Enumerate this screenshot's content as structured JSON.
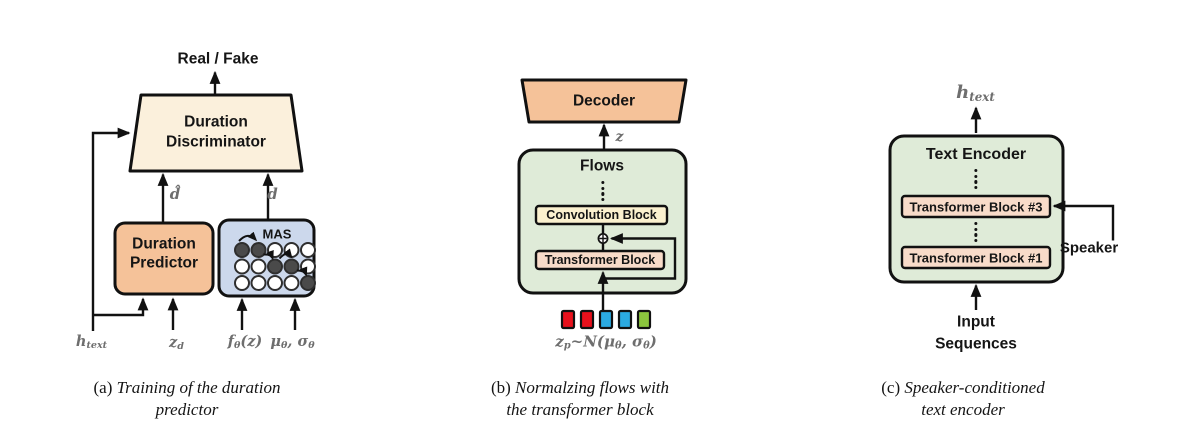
{
  "figure": {
    "panels": [
      {
        "id": "a",
        "caption_prefix": "(a)",
        "caption_line1": "Training of the duration",
        "caption_line2": "predictor",
        "nodes": {
          "real_fake": "Real / Fake",
          "discriminator_line1": "Duration",
          "discriminator_line2": "Discriminator",
          "predictor_line1": "Duration",
          "predictor_line2": "Predictor",
          "mas": "MAS"
        }
      },
      {
        "id": "b",
        "caption_prefix": "(b)",
        "caption_line1": "Normalzing flows with",
        "caption_line2": "the transformer block",
        "nodes": {
          "decoder": "Decoder",
          "flows": "Flows",
          "convolution_block": "Convolution Block",
          "transformer_block": "Transformer Block"
        }
      },
      {
        "id": "c",
        "caption_prefix": "(c)",
        "caption_line1": "Speaker-conditioned",
        "caption_line2": "text encoder",
        "nodes": {
          "text_encoder": "Text Encoder",
          "transformer_block_3": "Transformer Block #3",
          "transformer_block_1": "Transformer Block #1",
          "speaker": "Speaker",
          "input_line1": "Input",
          "input_line2": "Sequences"
        }
      }
    ],
    "math": {
      "d_hat": [
        {
          "t": "d̂"
        }
      ],
      "d": [
        {
          "t": "d"
        }
      ],
      "z": [
        {
          "t": "z"
        }
      ],
      "h_text": [
        {
          "t": "h"
        },
        {
          "t": "text",
          "sub": true
        }
      ],
      "z_d": [
        {
          "t": "z"
        },
        {
          "t": "d",
          "sub": true
        }
      ],
      "f_theta_z": [
        {
          "t": "f"
        },
        {
          "t": "θ",
          "sub": true
        },
        {
          "t": "(z)"
        }
      ],
      "mu_sigma_theta": [
        {
          "t": "μ"
        },
        {
          "t": "θ",
          "sub": true
        },
        {
          "t": ", "
        },
        {
          "t": "σ"
        },
        {
          "t": "θ",
          "sub": true
        }
      ],
      "z_p_dist": [
        {
          "t": "z"
        },
        {
          "t": "p",
          "sub": true
        },
        {
          "t": "~N("
        },
        {
          "t": "μ"
        },
        {
          "t": "θ",
          "sub": true
        },
        {
          "t": ", "
        },
        {
          "t": "σ"
        },
        {
          "t": "θ",
          "sub": true
        },
        {
          "t": ")"
        }
      ],
      "h_text_out": [
        {
          "t": "h"
        },
        {
          "t": "text",
          "sub": true
        }
      ]
    },
    "mas_grid": [
      "11000",
      "00110",
      "00001"
    ],
    "latent_colors": [
      "#E8111C",
      "#E8111C",
      "#2BAAE1",
      "#2BAAE1",
      "#8CC63E"
    ],
    "colors": {
      "cream": "#FBF0DC",
      "peach": "#F5C299",
      "blue_panel": "#CCD8EC",
      "green_panel": "#DFEBD8",
      "conv_cream": "#FBF1CF",
      "salmon": "#F8DBC9",
      "dark_circle": "#4A4A4A",
      "gray_label": "#6E6E6E",
      "ink": "#111111"
    }
  }
}
